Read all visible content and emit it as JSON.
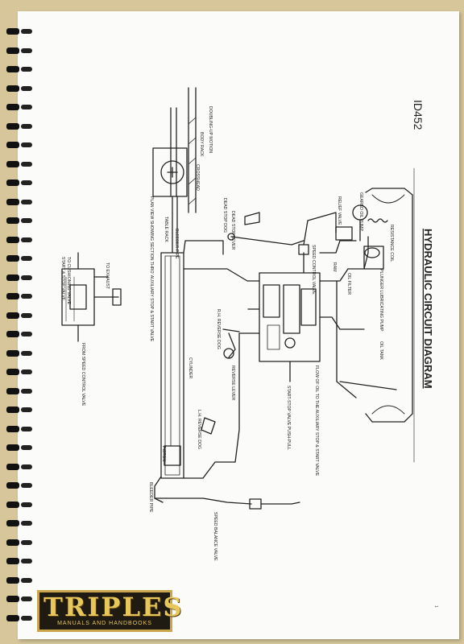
{
  "document": {
    "drawing_number": "ID452",
    "title": "HYDRAULIC CIRCUIT DIAGRAM",
    "footer_mark": "1"
  },
  "labels": {
    "doubling_up_motion": "DOUBLING-UP MOTION",
    "crosshead": "CROSSHEAD",
    "body_rack": "BODY RACK",
    "table_rack": "TABLE RACK",
    "start_stop_valve": "START & STOP VALVE",
    "to_cushioning_valve": "TO CUSHIONING VALVE",
    "to_exhaust": "TO EXHAUST",
    "from_speed_control_valve": "FROM SPEED CONTROL VALVE",
    "plan_view_note": "PLAN VIEW SHOWING SECTION THRO' AUXILIARY STOP & START VALVE",
    "dead_stop_dog": "DEAD STOP DOG",
    "dead_stop_lever": "DEAD STOP LEVER",
    "bleeder_pipe_top": "BLEEDER PIPE",
    "speed_control_valve": "SPEED CONTROL VALVE",
    "relief_valve": "RELIEF VALVE",
    "geared_oil_pump": "GEARED OIL PUMP",
    "resistance_coil": "RESISTANCE COIL",
    "ram": "RAM",
    "oil_filter": "OIL FILTER",
    "plunger_lubricating_pump": "PLUNGER LUBRICATING PUMP",
    "rh_reverse_dog": "R.H. REVERSE DOG",
    "reverse_lever": "REVERSE LEVER",
    "start_stop_valve_push_pull": "START-STOP VALVE PUSH-PULL",
    "flow_of_oil_note": "FLOW OF OIL TO THE AUXILIARY STOP & START VALVE",
    "oil_tank": "OIL TANK",
    "cylinder": "CYLINDER",
    "lh_reverse_dog": "L.H. REVERSE DOG",
    "piston": "PISTON",
    "bleeder_pipe_bottom": "BLEEDER PIPE",
    "speed_balance_valve": "SPEED BALANCE VALVE"
  },
  "logo": {
    "brand": "TRIPLES",
    "tagline": "MANUALS AND HANDBOOKS"
  },
  "colors": {
    "paper": "#fbfbfa",
    "ink": "#222222",
    "background": "#d6c69a",
    "logo_gold": "#e7c65a",
    "logo_dark": "#1f1a12"
  }
}
